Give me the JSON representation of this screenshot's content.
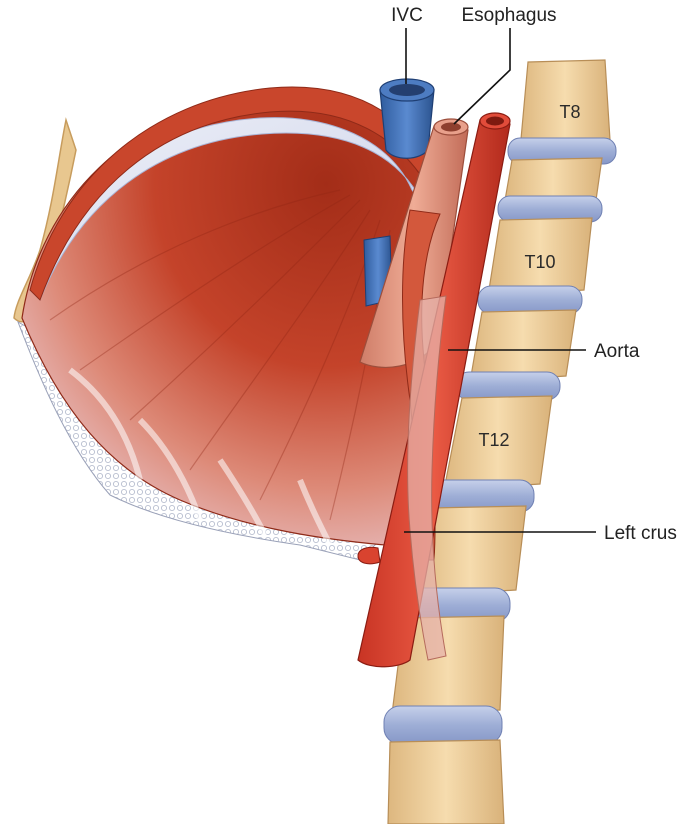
{
  "labels": {
    "ivc": "IVC",
    "esophagus": "Esophagus",
    "aorta": "Aorta",
    "left_crus": "Left crus"
  },
  "vertebrae": [
    "T8",
    "T10",
    "T12"
  ],
  "colors": {
    "muscle_dark": "#b83a22",
    "muscle_light": "#e2735a",
    "tendon": "#dfe3f1",
    "ivc": "#3f6fb3",
    "esophagus": "#e0907a",
    "aorta": "#de4a38",
    "vertebra_body": "#f0d3a4",
    "disc": "#a9b7da",
    "rib": "#e8c78f"
  }
}
